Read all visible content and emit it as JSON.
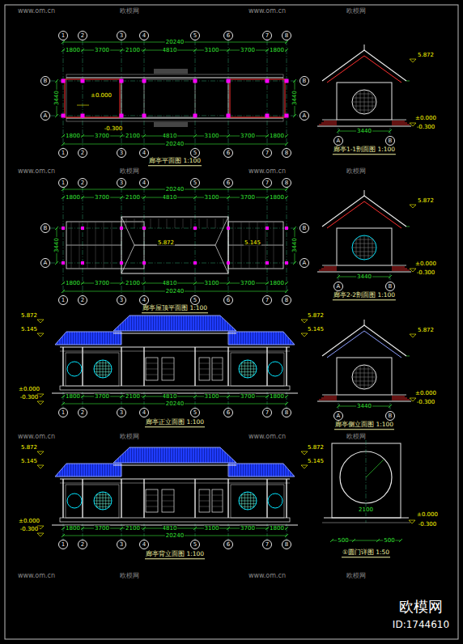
{
  "diagram": {
    "nodes": [
      {
        "text": [
          "1"
        ]
      },
      {
        "text": [
          "2"
        ]
      },
      {
        "text": [
          "3"
        ]
      },
      {
        "text": [
          "4"
        ]
      },
      {
        "text": [
          "5"
        ]
      },
      {
        "text": [
          "6"
        ]
      },
      {
        "text": [
          "7"
        ]
      },
      {
        "text": [
          "8"
        ]
      },
      {
        "text": [
          "B"
        ]
      },
      {
        "text": [
          "A"
        ]
      },
      {
        "text": [
          "B"
        ]
      },
      {
        "text": [
          "A"
        ]
      },
      {
        "text": [
          "1"
        ]
      },
      {
        "text": [
          "2"
        ]
      },
      {
        "text": [
          "3"
        ]
      },
      {
        "text": [
          "4"
        ]
      },
      {
        "text": [
          "5"
        ]
      },
      {
        "text": [
          "6"
        ]
      },
      {
        "text": [
          "7"
        ]
      },
      {
        "text": [
          "8"
        ]
      },
      {
        "text": [
          "1"
        ]
      },
      {
        "text": [
          "2"
        ]
      },
      {
        "text": [
          "3"
        ]
      },
      {
        "text": [
          "4"
        ]
      },
      {
        "text": [
          "5"
        ]
      },
      {
        "text": [
          "6"
        ]
      },
      {
        "text": [
          "7"
        ]
      },
      {
        "text": [
          "8"
        ]
      },
      {
        "text": [
          "B"
        ]
      },
      {
        "text": [
          "A"
        ]
      },
      {
        "text": [
          "B"
        ]
      },
      {
        "text": [
          "A"
        ]
      },
      {
        "text": [
          "1"
        ]
      },
      {
        "text": [
          "2"
        ]
      },
      {
        "text": [
          "3"
        ]
      },
      {
        "text": [
          "4"
        ]
      },
      {
        "text": [
          "5"
        ]
      },
      {
        "text": [
          "6"
        ]
      },
      {
        "text": [
          "7"
        ]
      },
      {
        "text": [
          "8"
        ]
      },
      {
        "text": [
          "1"
        ]
      },
      {
        "text": [
          "2"
        ]
      },
      {
        "text": [
          "3"
        ]
      },
      {
        "text": [
          "4"
        ]
      },
      {
        "text": [
          "5"
        ]
      },
      {
        "text": [
          "6"
        ]
      },
      {
        "text": [
          "7"
        ]
      },
      {
        "text": [
          "8"
        ]
      },
      {
        "text": [
          "1"
        ]
      },
      {
        "text": [
          "2"
        ]
      },
      {
        "text": [
          "3"
        ]
      },
      {
        "text": [
          "4"
        ]
      },
      {
        "text": [
          "5"
        ]
      },
      {
        "text": [
          "6"
        ]
      },
      {
        "text": [
          "7"
        ]
      },
      {
        "text": [
          "8"
        ]
      },
      {
        "text": [
          "A"
        ]
      },
      {
        "text": [
          "B"
        ]
      },
      {
        "text": [
          "A"
        ]
      },
      {
        "text": [
          "B"
        ]
      },
      {
        "text": [
          "A"
        ]
      },
      {
        "text": [
          "B"
        ]
      }
    ],
    "labels": [
      "1800",
      "3700",
      "2100",
      "4810",
      "3100",
      "3700",
      "1800",
      "20240",
      "1800",
      "3700",
      "2100",
      "4810",
      "3100",
      "3700",
      "1800",
      "20240",
      "3440",
      "3440",
      "±0.000",
      "-0.300",
      "廊亭平面图 1:100",
      "1800",
      "3700",
      "2100",
      "4810",
      "3100",
      "3700",
      "1800",
      "20240",
      "1800",
      "3700",
      "2100",
      "4810",
      "3100",
      "3700",
      "1800",
      "20240",
      "3440",
      "3440",
      "5.872",
      "5.145",
      "廊亭屋顶平面图 1:100",
      "5.872",
      "5.145",
      "±0.000",
      "-0.300",
      "5.872",
      "5.145",
      "1800",
      "3700",
      "2100",
      "4810",
      "3100",
      "3700",
      "1800",
      "20240",
      "廊亭正立面图 1:100",
      "5.872",
      "5.145",
      "±0.000",
      "-0.300",
      "5.872",
      "5.145",
      "1800",
      "3700",
      "2100",
      "4810",
      "3100",
      "3700",
      "1800",
      "20240",
      "廊亭背立面图 1:100",
      "3440",
      "5.872",
      "±0.000",
      "-0.300",
      "廊亭1-1剖面图 1:100",
      "3440",
      "5.872",
      "±0.000",
      "-0.300",
      "廊亭2-2剖面图 1:100",
      "3440",
      "5.872",
      "±0.000",
      "-0.300",
      "廊亭侧立面图 1:100",
      "2100",
      "500",
      "500",
      "±0.000",
      "-0.300",
      "①圆门详图 1:50",
      "www.om.cn",
      "欧模网",
      "www.om.cn",
      "欧模网",
      "www.om.cn",
      "欧模网",
      "www.om.cn",
      "欧模网",
      "www.om.cn",
      "欧模网",
      "www.om.cn",
      "欧模网",
      "www.om.cn",
      "欧模网",
      "www.om.cn",
      "欧模网",
      "欧模网",
      "ID:1744610"
    ]
  }
}
